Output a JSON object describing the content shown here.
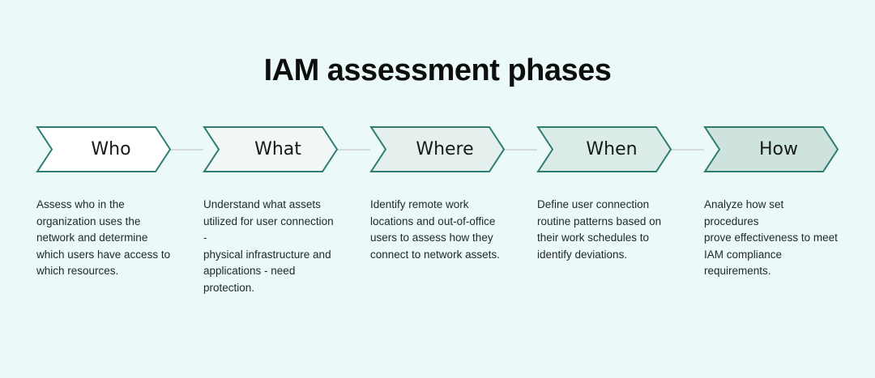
{
  "page": {
    "title": "IAM assessment phases",
    "background_color": "#ebfaf8"
  },
  "diagram": {
    "arrow_border_color": "#2e7c72",
    "connector_color": "#d4dbda",
    "phases": [
      {
        "label": "Who",
        "fill": "#fefffe",
        "description": "Assess who in the\norganization uses the\nnetwork and determine\nwhich users have access to\nwhich resources."
      },
      {
        "label": "What",
        "fill": "#f0f7f5",
        "description": "Understand what assets\nutilized for user connection -\nphysical infrastructure and\napplications - need\nprotection."
      },
      {
        "label": "Where",
        "fill": "#e5f0ee",
        "description": "Identify remote work\nlocations and out-of-office\nusers to assess how they\nconnect to network assets."
      },
      {
        "label": "When",
        "fill": "#dbebe7",
        "description": "Define user connection\nroutine patterns based on\ntheir work schedules to\nidentify deviations."
      },
      {
        "label": "How",
        "fill": "#cee2de",
        "description": "Analyze how set procedures\nprove effectiveness to meet\nIAM compliance\nrequirements."
      }
    ]
  }
}
